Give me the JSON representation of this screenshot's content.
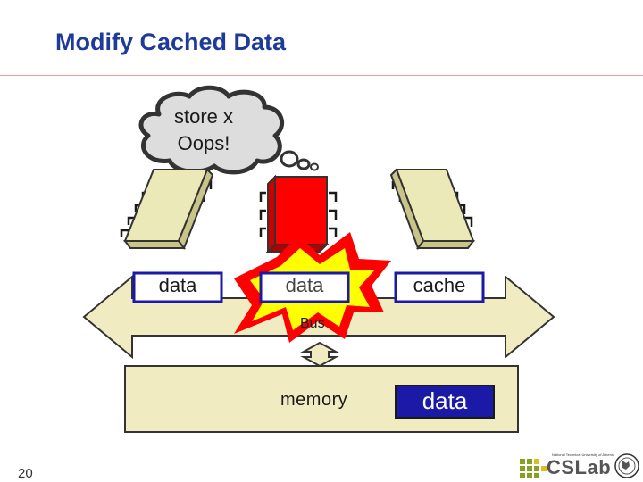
{
  "slide": {
    "title": "Modify Cached Data",
    "number": "20"
  },
  "thought_bubble": {
    "line1": "store x",
    "line2": "Oops!"
  },
  "caches": {
    "left_label": "data",
    "middle_label": "data",
    "right_label": "cache"
  },
  "bus": {
    "label": "Bus"
  },
  "memory": {
    "label": "memory",
    "value_label": "data"
  },
  "logo": {
    "text": "CSLab",
    "caption": "National Technical University of Athens"
  },
  "colors": {
    "title": "#1f3b9a",
    "processor_fill": "#ece9b8",
    "processor_active": "#ff0000",
    "cache_box": "#1a1aa6",
    "bus_fill": "#f0ebc0",
    "explosion_outer": "#ff0000",
    "explosion_inner": "#ffff00"
  }
}
